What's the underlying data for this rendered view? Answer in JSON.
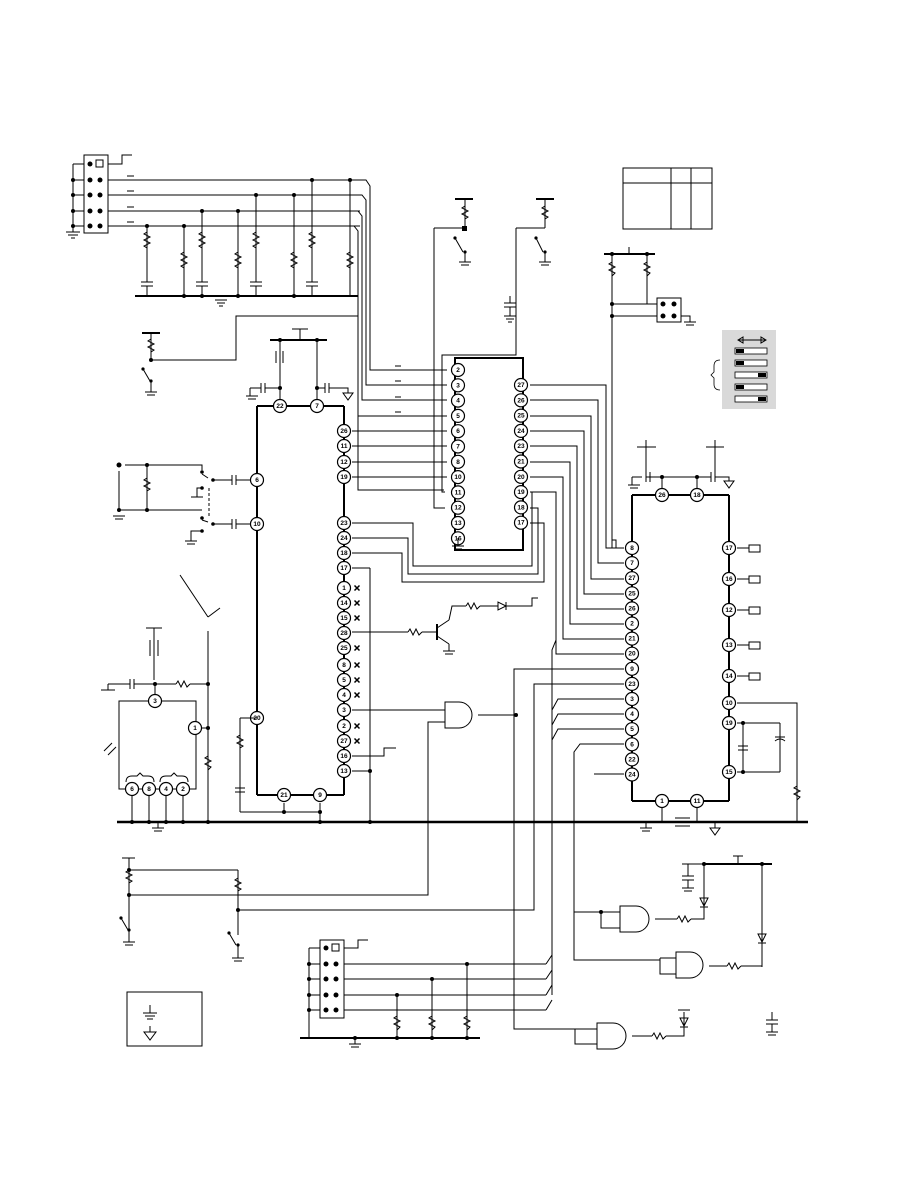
{
  "diagram": {
    "type": "electrical schematic",
    "accent_color": "#000000",
    "background_color": "#ffffff"
  },
  "u_top_chip": {
    "pins_left": [
      "2",
      "3",
      "4",
      "5",
      "6",
      "7",
      "8",
      "10",
      "11",
      "12",
      "13",
      "16"
    ],
    "pins_right": [
      "27",
      "26",
      "25",
      "24",
      "23",
      "21",
      "20",
      "19",
      "18",
      "17"
    ]
  },
  "u_main_chip": {
    "pins_top": [
      "22",
      "7"
    ],
    "pins_left": [
      "6",
      "10",
      "20"
    ],
    "pins_right": [
      "26",
      "11",
      "12",
      "19",
      "23",
      "24",
      "18",
      "17",
      "1",
      "14",
      "15",
      "28",
      "25",
      "8",
      "5",
      "4",
      "3",
      "2",
      "27",
      "16",
      "13"
    ],
    "pins_bottom": [
      "21",
      "9"
    ]
  },
  "u_right_chip": {
    "pins_top": [
      "26",
      "18"
    ],
    "pins_left": [
      "8",
      "7",
      "27",
      "25",
      "26",
      "2",
      "21",
      "20",
      "9",
      "23",
      "3",
      "4",
      "5",
      "6",
      "22",
      "24"
    ],
    "pins_right": [
      "17",
      "16",
      "12",
      "13",
      "14",
      "10",
      "19",
      "15"
    ],
    "pins_bottom": [
      "1",
      "11"
    ]
  },
  "connector_left": {
    "pins": [
      "6",
      "8",
      "4",
      "2"
    ],
    "top_pin": "3",
    "side_pin": "1"
  },
  "no_connect_mark": "x"
}
